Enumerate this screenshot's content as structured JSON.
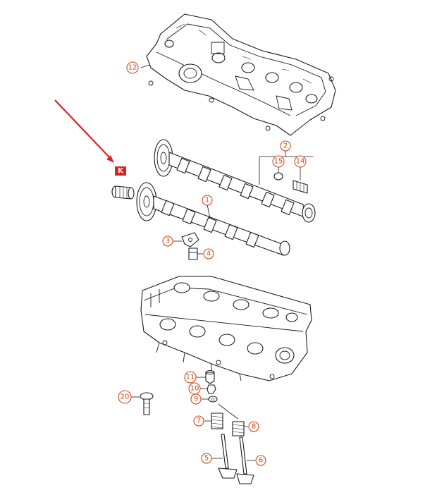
{
  "callouts": {
    "c1": "1",
    "c2": "2",
    "c3": "3",
    "c4": "4",
    "c5": "5",
    "c6": "6",
    "c7": "7",
    "c8": "8",
    "c9": "9",
    "c10": "10",
    "c11": "11",
    "c12": "12",
    "c14": "14",
    "c15": "15",
    "c20": "20"
  },
  "marker": {
    "label": "K",
    "color": "#d9261c"
  },
  "arrow": {
    "color": "#e02020"
  },
  "colors": {
    "callout": "#d24a14",
    "line": "#1a1a1a"
  }
}
